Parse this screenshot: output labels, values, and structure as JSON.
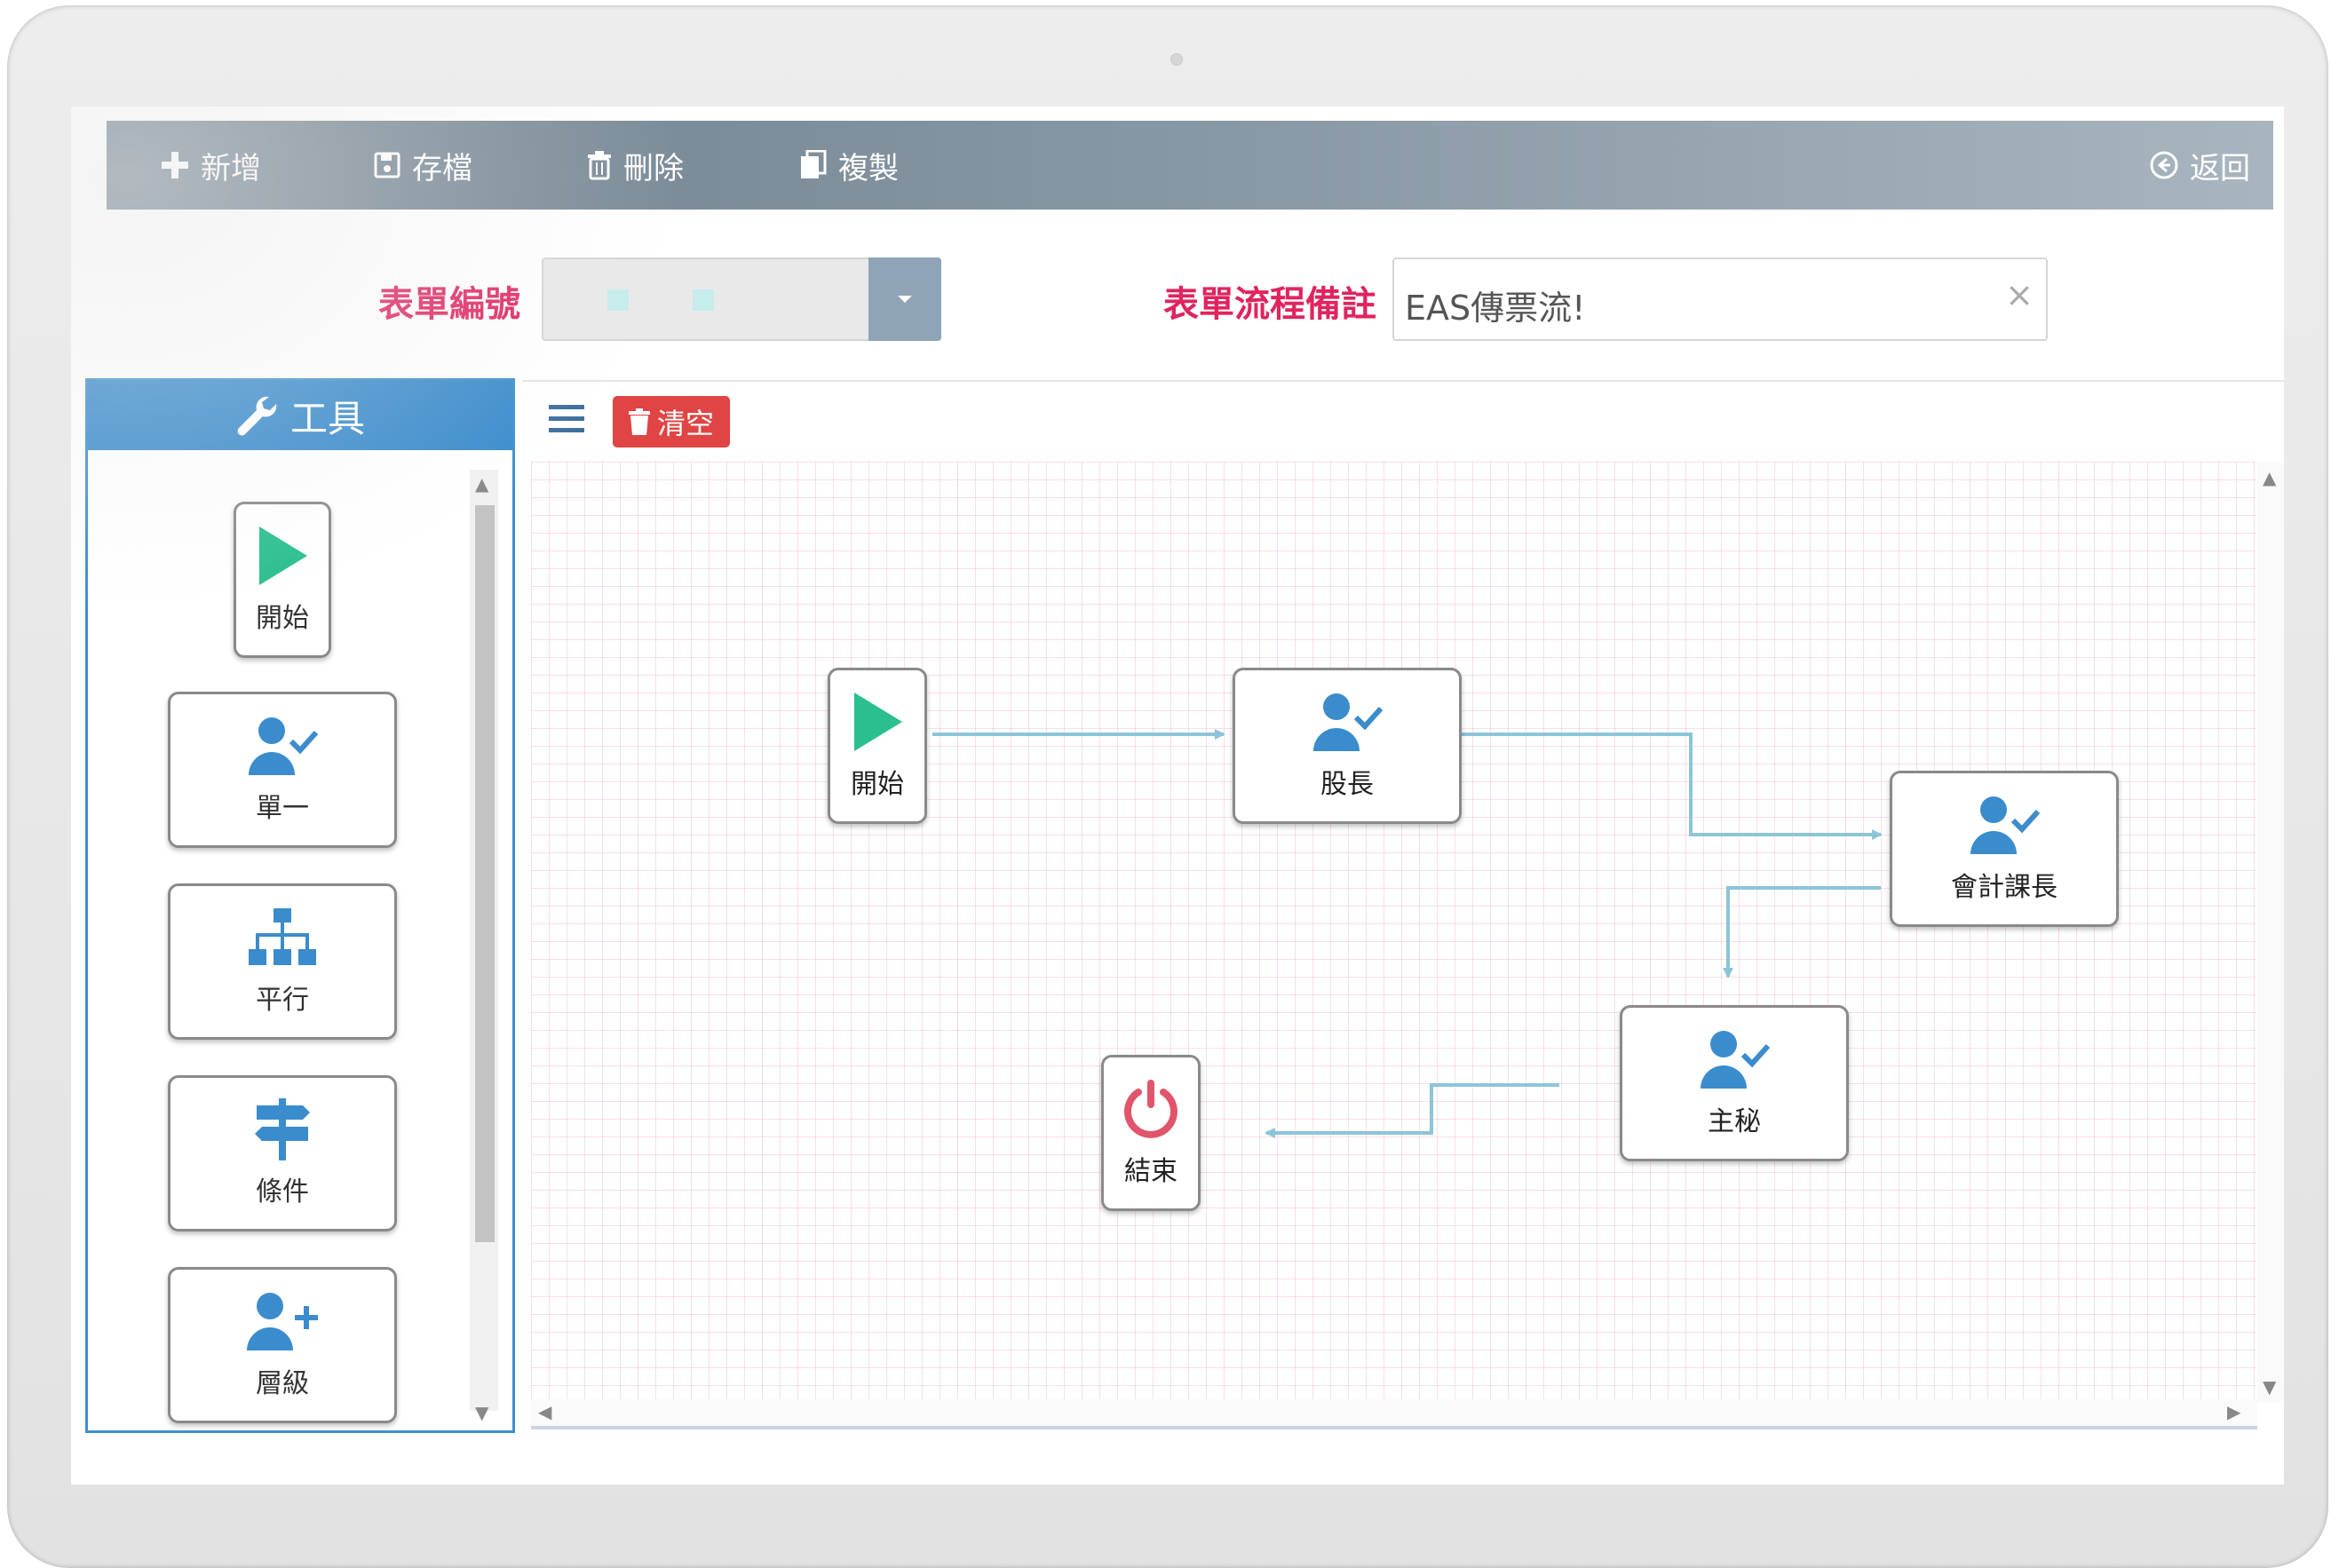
{
  "toolbar": {
    "add_label": "新增",
    "save_label": "存檔",
    "delete_label": "刪除",
    "copy_label": "複製",
    "back_label": "返回"
  },
  "form": {
    "form_no_label": "表單編號",
    "form_no_value": "",
    "remark_label": "表單流程備註",
    "remark_value": "EAS傳票流!"
  },
  "tools": {
    "header": "工具",
    "items": [
      {
        "label": "開始",
        "icon": "play-icon"
      },
      {
        "label": "單一",
        "icon": "user-check-icon"
      },
      {
        "label": "平行",
        "icon": "org-chart-icon"
      },
      {
        "label": "條件",
        "icon": "signpost-icon"
      },
      {
        "label": "層級",
        "icon": "user-plus-icon"
      }
    ]
  },
  "canvas": {
    "menu_icon": "hamburger-icon",
    "clear_label": "清空",
    "nodes": {
      "start": "開始",
      "section_chief": "股長",
      "accounting_chief": "會計課長",
      "secretary": "主秘",
      "end": "結束"
    }
  },
  "colors": {
    "accent_blue": "#3b8ccc",
    "label_red": "#e0245e",
    "play_green": "#2bbf8f",
    "user_blue": "#3b8ccc",
    "power_red": "#e0556b",
    "edge": "#8cc5d9"
  }
}
